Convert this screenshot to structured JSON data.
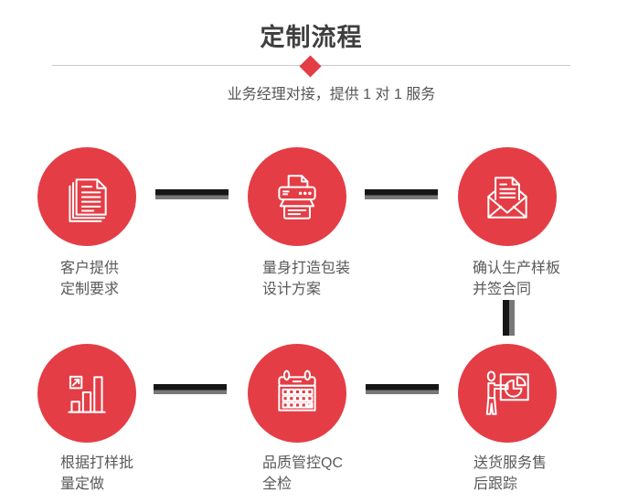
{
  "header": {
    "title": "定制流程",
    "subtitle": "业务经理对接，提供 1 对 1 服务"
  },
  "steps": [
    {
      "icon": "documents-icon",
      "lines": [
        "客户提供",
        "定制要求"
      ]
    },
    {
      "icon": "printer-icon",
      "lines": [
        "量身打造包装",
        "设计方案"
      ]
    },
    {
      "icon": "envelope-icon",
      "lines": [
        "确认生产样板",
        "并签合同"
      ]
    },
    {
      "icon": "bar-chart-icon",
      "lines": [
        "根据打样批",
        "量定做"
      ]
    },
    {
      "icon": "calendar-icon",
      "lines": [
        "品质管控QC",
        "全检"
      ]
    },
    {
      "icon": "presentation-icon",
      "lines": [
        "送货服务售",
        "后跟踪"
      ]
    }
  ],
  "colors": {
    "accent_red": "#e43d45",
    "title_gray": "#3f3f3f",
    "label_gray": "#595959",
    "connector_black": "#161616",
    "connector_gray": "#787878",
    "divider_gray": "#c9c9c9"
  }
}
